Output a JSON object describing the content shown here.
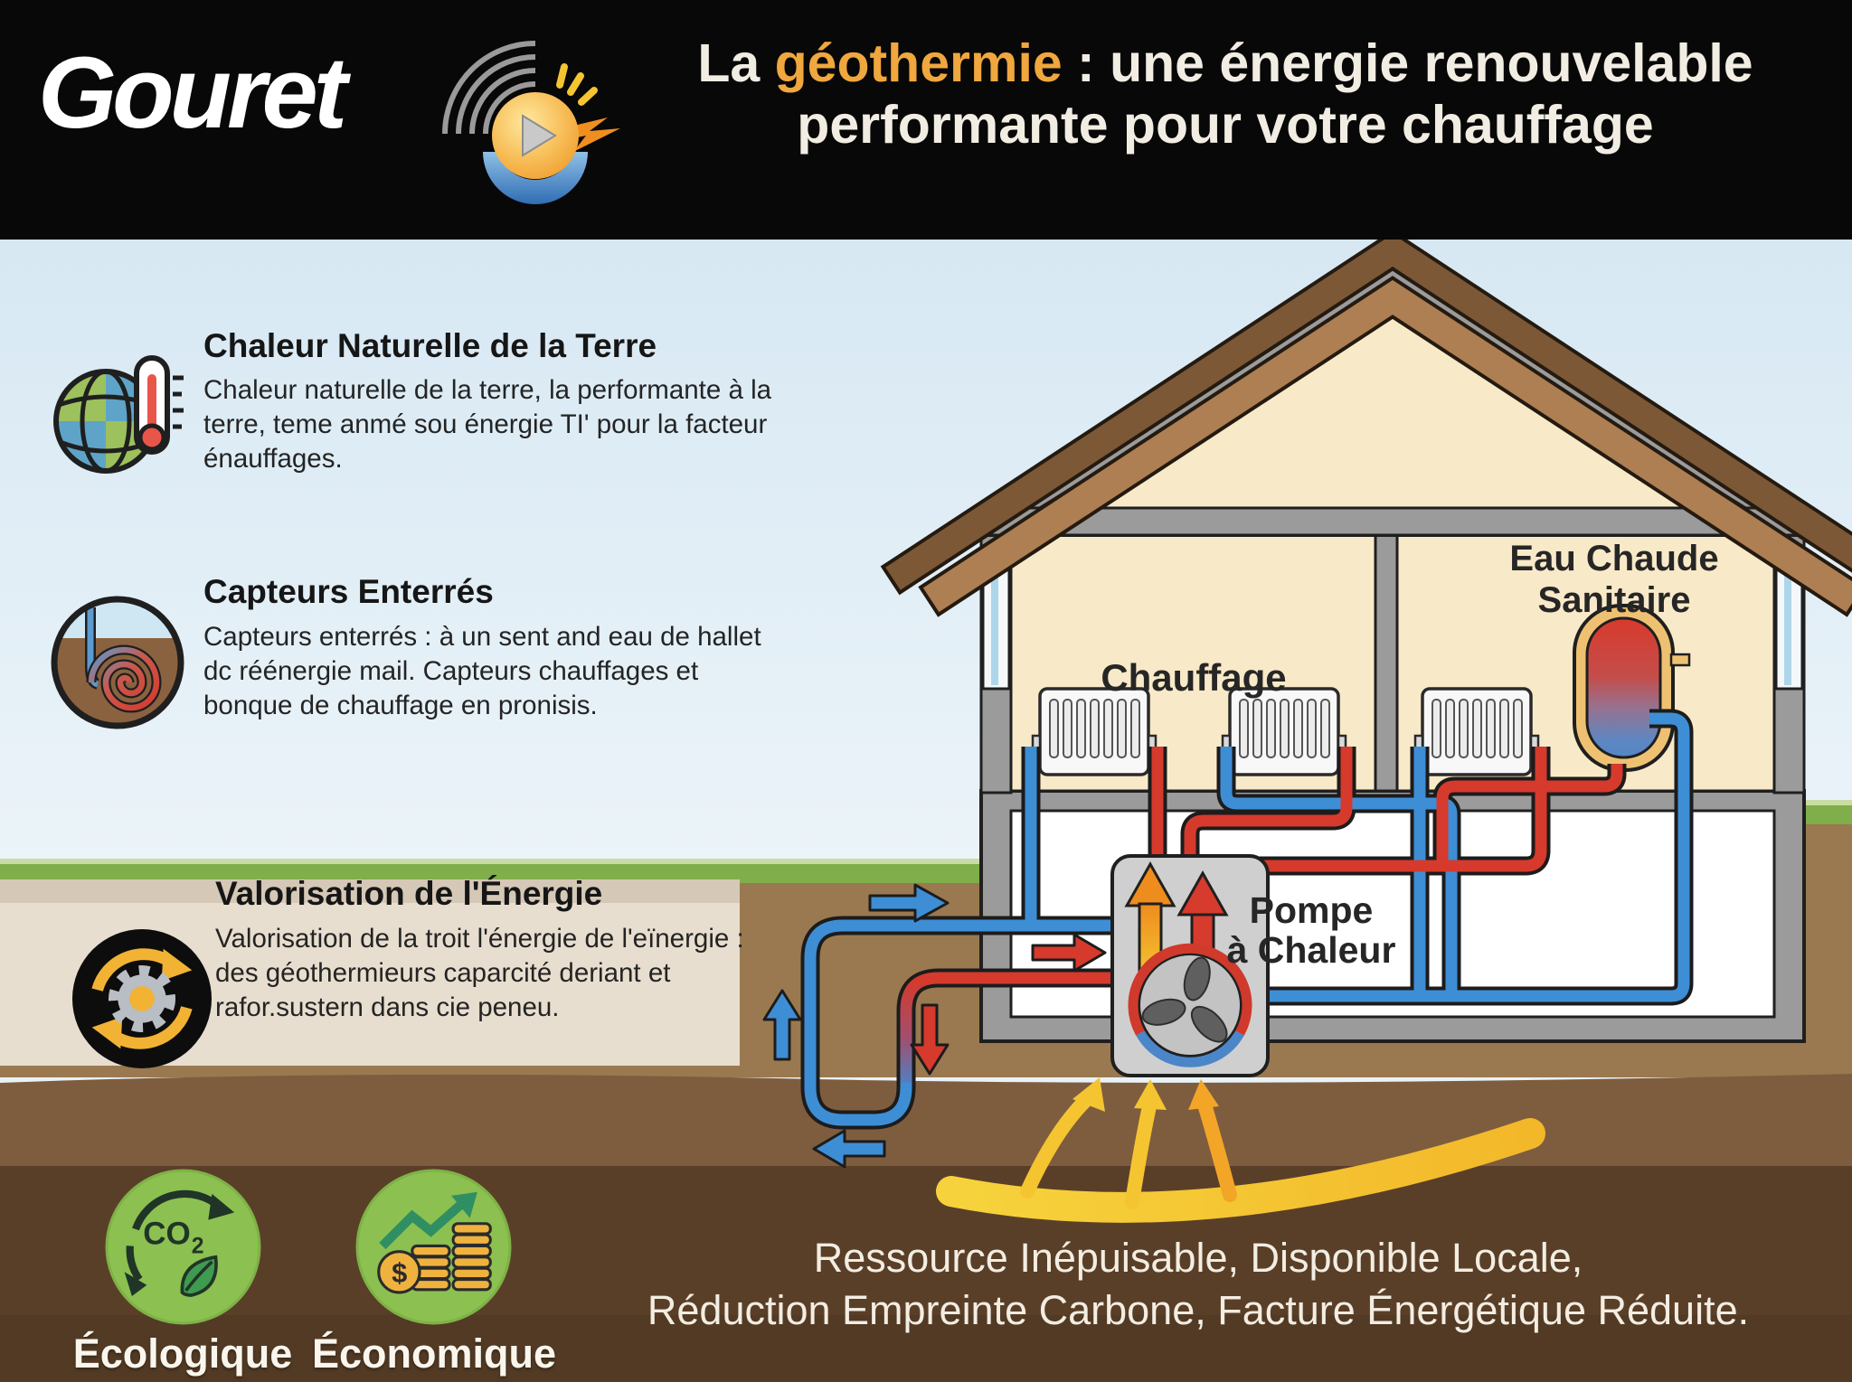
{
  "header": {
    "logo_text": "Gouret",
    "title_prefix": "La ",
    "title_accent": "géothermie",
    "title_suffix": " : une énergie renouvelable",
    "title_line2": "performante pour votre chauffage"
  },
  "sections": [
    {
      "icon": "globe-thermometer-icon",
      "title": "Chaleur Naturelle de la Terre",
      "body": "Chaleur naturelle de la terre, la performante à la terre, teme anmé sou énergie TI' pour la facteur énauffages."
    },
    {
      "icon": "buried-collector-icon",
      "title": "Capteurs Enterrés",
      "body": "Capteurs enterrés : à un sent and eau de hallet dc réénergie mail. Capteurs chauffages et bonque de chauffage en pronisis."
    },
    {
      "icon": "energy-recovery-icon",
      "title": "Valorisation de l'Énergie",
      "body": "Valorisation de la troit l'énergie de l'eïnergie : des géothermieurs caparcité deriant et rafor.sustern dans cie peneu."
    }
  ],
  "diagram": {
    "heating_label": "Chauffage",
    "hot_water_label_line1": "Eau Chaude",
    "hot_water_label_line2": "Sanitaire",
    "heat_pump_label_line1": "Pompe",
    "heat_pump_label_line2": "à Chaleur"
  },
  "footer": {
    "badges": [
      {
        "icon": "co2-reduction-icon",
        "label": "Écologique"
      },
      {
        "icon": "savings-growth-icon",
        "label": "Économique"
      }
    ],
    "tagline_line1": "Ressource Inépuisable, Disponible Locale,",
    "tagline_line2": "Réduction Empreinte Carbone, Facture Énergétique Réduite."
  },
  "colors": {
    "accent_orange": "#EFA73E",
    "pipe_red": "#D53A2C",
    "pipe_blue": "#3E8ED6",
    "badge_green": "#8CC051",
    "ground_brown": "#5A3F28",
    "room_cream": "#F8E9C8",
    "wall_gray": "#9B9B9B"
  }
}
